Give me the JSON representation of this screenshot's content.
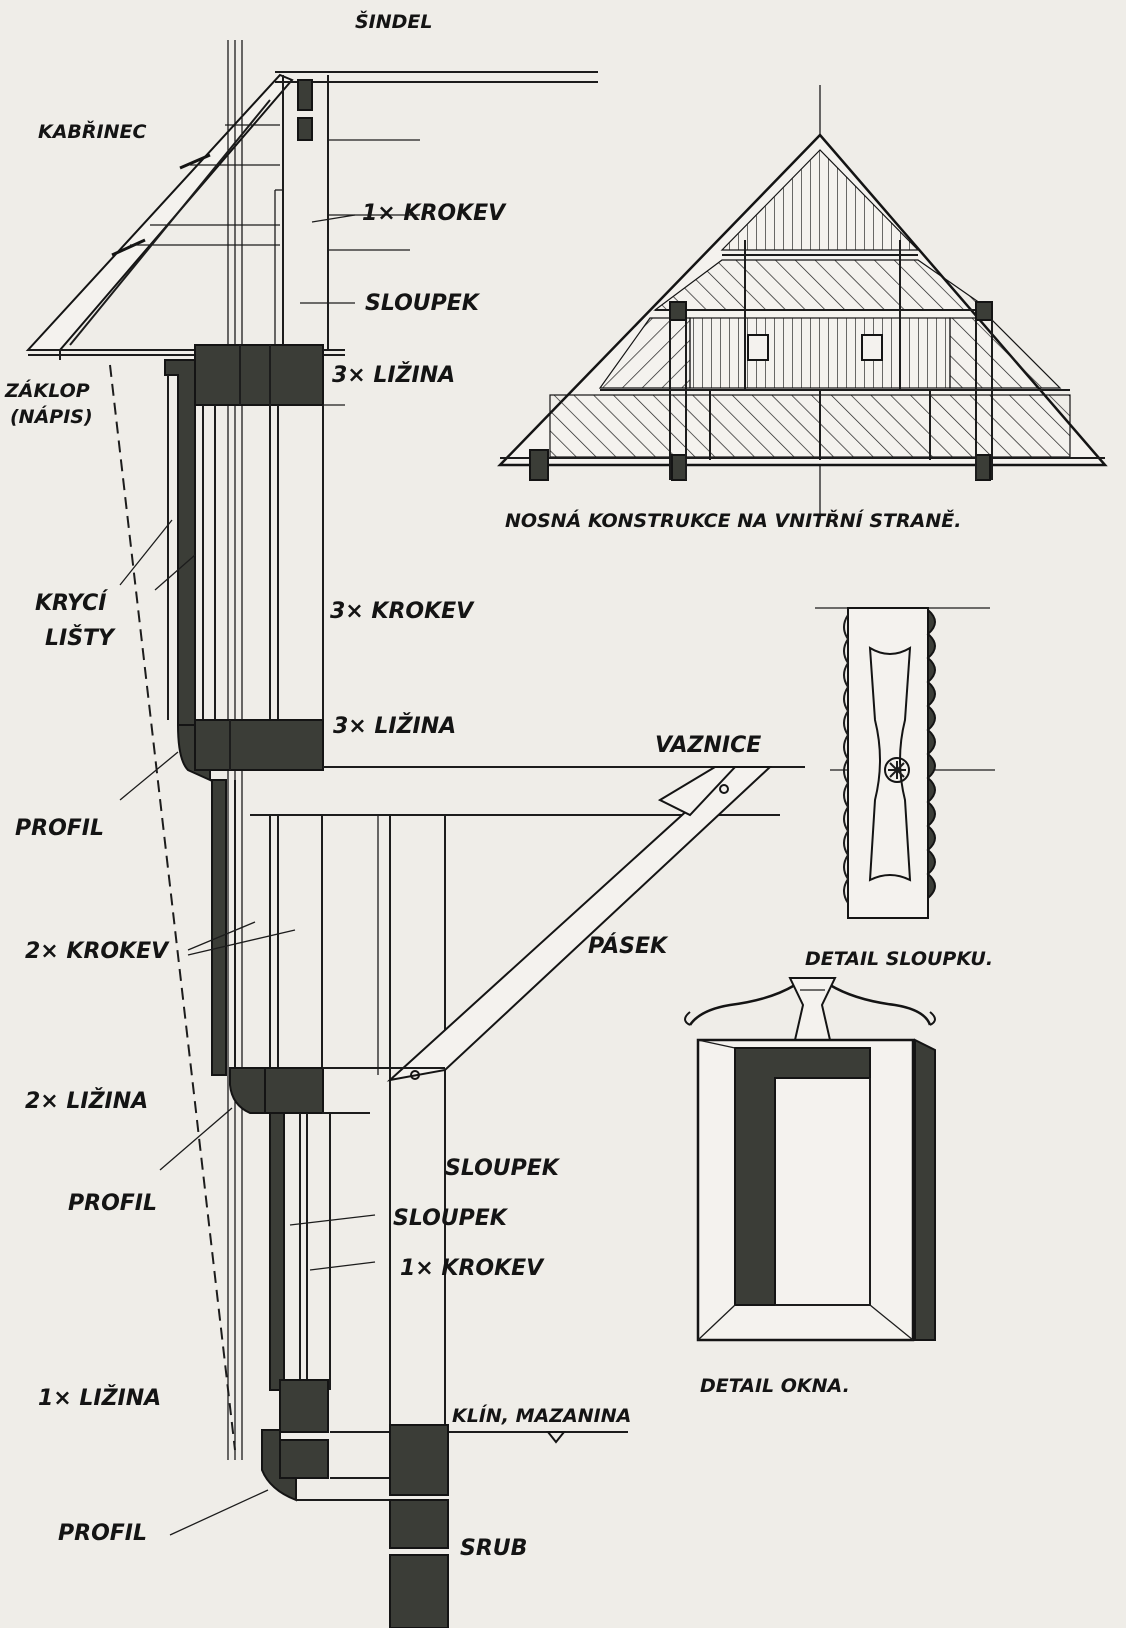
{
  "caption_top_bleed": "",
  "labels": {
    "sindel": "ŠINDEL",
    "kabrinec": "KABŘINEC",
    "krokev1_top": "1× KROKEV",
    "sloupek_top": "SLOUPEK",
    "lizina3_top": "3× LIŽINA",
    "zaklop": "ZÁKLOP",
    "napis": "(NÁPIS)",
    "kryci": "KRYCÍ",
    "listy": "LIŠTY",
    "krokev3": "3× KROKEV",
    "lizina3_mid": "3× LIŽINA",
    "vaznice": "VAZNICE",
    "profil_1": "PROFIL",
    "pasek": "PÁSEK",
    "krokev2": "2× KROKEV",
    "lizina2": "2× LIŽINA",
    "profil_2": "PROFIL",
    "sloupek_right": "SLOUPEK",
    "sloupek_mid": "SLOUPEK",
    "krokev1_bottom": "1× KROKEV",
    "lizina1": "1× LIŽINA",
    "klin": "KLÍN, MAZANINA",
    "profil_3": "PROFIL",
    "srub": "SRUB"
  },
  "captions": {
    "nosna": "NOSNÁ KONSTRUKCE NA VNITŘNÍ STRANĚ.",
    "detail_sloupku": "DETAIL SLOUPKU.",
    "detail_okna": "DETAIL OKNA."
  },
  "colors": {
    "ink": "#141414",
    "dark_fill": "#3b3d37",
    "paper": "#efede8"
  }
}
